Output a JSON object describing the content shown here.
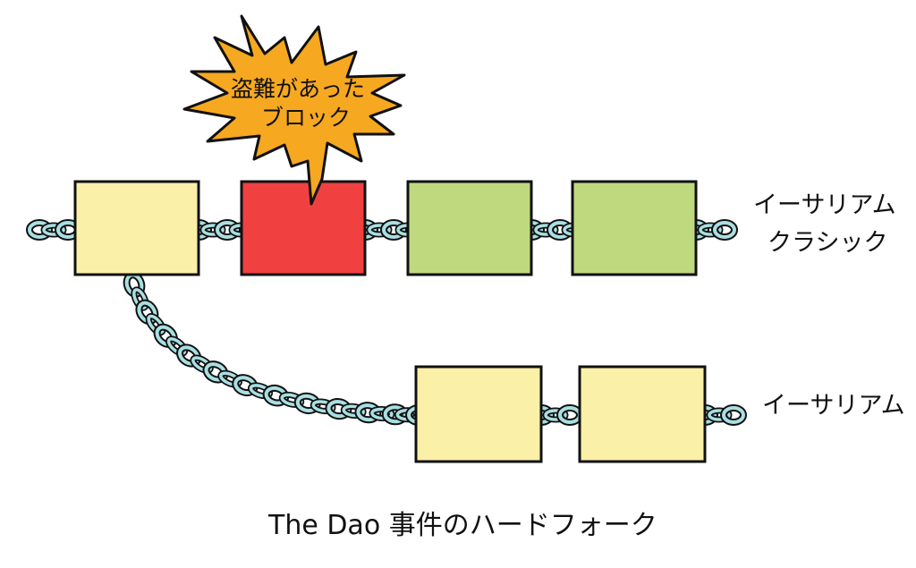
{
  "colors": {
    "block_yellow": "#fbf0a8",
    "block_red": "#f04040",
    "block_green": "#bfd97f",
    "chain": "#a9dfe2",
    "burst": "#f6a820",
    "outline": "#111111"
  },
  "callout": {
    "line1": "盗難があった",
    "line2": "ブロック"
  },
  "labels": {
    "classic_line1": "イーサリアム",
    "classic_line2": "クラシック",
    "ethereum": "イーサリアム"
  },
  "caption": "The Dao 事件のハードフォーク",
  "blocks": {
    "top": [
      {
        "id": "genesis",
        "color": "yellow"
      },
      {
        "id": "theft",
        "color": "red"
      },
      {
        "id": "classic-1",
        "color": "green"
      },
      {
        "id": "classic-2",
        "color": "green"
      }
    ],
    "bottom": [
      {
        "id": "eth-1",
        "color": "yellow"
      },
      {
        "id": "eth-2",
        "color": "yellow"
      }
    ]
  }
}
